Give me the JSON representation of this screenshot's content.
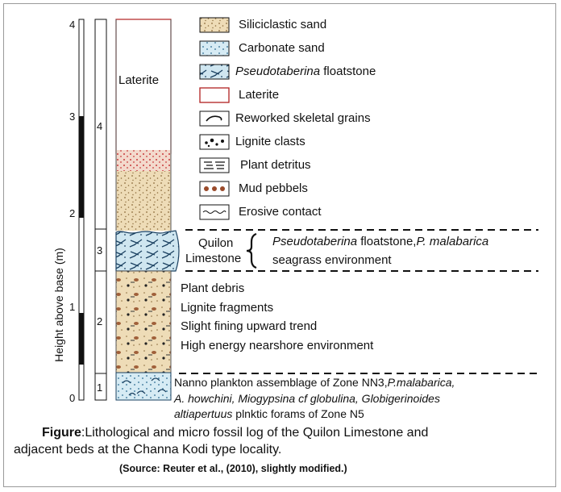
{
  "axis": {
    "label": "Height above base (m)",
    "ticks": [
      "4",
      "3",
      "2",
      "1",
      "0"
    ]
  },
  "units": [
    "1",
    "2",
    "3",
    "4"
  ],
  "column": {
    "laterite_label": "Laterite",
    "quilon_label_line1": "Quilon",
    "quilon_label_line2": "Limestone"
  },
  "legend": [
    {
      "label": "Siliciclastic sand",
      "pattern": "siliciclastic"
    },
    {
      "label": "Carbonate sand",
      "pattern": "carbonate"
    },
    {
      "label": "Pseudotaberina",
      "label_rest": " floatstone",
      "pattern": "floatstone"
    },
    {
      "label": "Laterite",
      "pattern": "laterite"
    },
    {
      "label": "Reworked skeletal grains",
      "pattern": "skeletal"
    },
    {
      "label": "Lignite clasts",
      "pattern": "lignite"
    },
    {
      "label": "Plant detritus",
      "pattern": "plant"
    },
    {
      "label": "Mud pebbels",
      "pattern": "mud"
    },
    {
      "label": "Erosive contact",
      "pattern": "erosive"
    }
  ],
  "descriptions": {
    "unit3_line1_italic": "Pseudotaberina",
    "unit3_line1_rest": " floatstone,",
    "unit3_line1_species": "P. malabarica",
    "unit3_line2": "seagrass environment",
    "unit2_lines": [
      "Plant debris",
      "Lignite fragments",
      "Slight fining upward trend",
      "High energy nearshore environment"
    ],
    "unit1_line1_a": "Nanno plankton assemblage of Zone NN3,",
    "unit1_line1_b": "P.malabarica,",
    "unit1_line2": "A. howchini, Miogypsina cf globulina, Globigerinoides",
    "unit1_line3_italic": "altiapertuus",
    "unit1_line3_rest": " plnktic forams of Zone N5"
  },
  "caption": {
    "prefix": "Figure",
    "line1": "Lithological and micro fossil log of the Quilon Limestone and",
    "line2": "adjacent beds at the Channa Kodi type locality.",
    "source": "(Source: Reuter et al., (2010), slightly modified.)"
  },
  "colors": {
    "sand_fill": "#eedcb7",
    "carbonate_fill": "#d6ebf4",
    "laterite_border": "#b02020",
    "laterite_dots": "#d23c3c",
    "stroke_dark": "#1a4060"
  }
}
